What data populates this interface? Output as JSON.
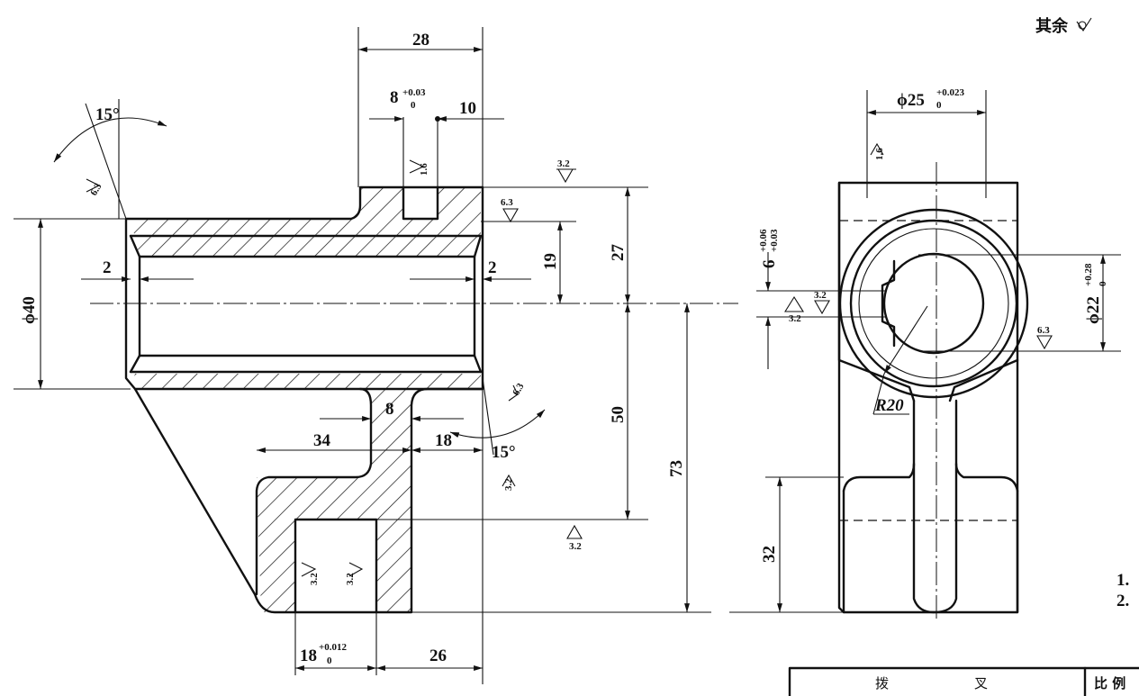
{
  "header": {
    "general_roughness_label": "其余"
  },
  "dimensions": {
    "width_28": "28",
    "slot_8": "8",
    "slot_8_tol": "+0.03",
    "slot_8_tol_low": "0",
    "width_10": "10",
    "dia_40": "ϕ40",
    "chamfer_2_left": "2",
    "chamfer_2_right": "2",
    "height_19": "19",
    "height_27": "27",
    "height_50": "50",
    "height_73": "73",
    "web_8": "8",
    "width_34": "34",
    "width_18_upper": "18",
    "width_18_lower": "18",
    "width_18_tol": "+0.012",
    "width_18_tol_low": "0",
    "width_26": "26",
    "dia_25": "ϕ25",
    "dia_25_tol": "+0.023",
    "dia_25_tol_low": "0",
    "key_6": "6",
    "key_6_tol_up": "+0.06",
    "key_6_tol_low": "+0.03",
    "dia_22": "ϕ22",
    "dia_22_tol": "+0.28",
    "dia_22_tol_low": "0",
    "radius_20": "R20",
    "height_32": "32"
  },
  "angles": {
    "angle_top": "15°",
    "angle_bottom": "15°"
  },
  "roughness": {
    "r_3_2": "3.2",
    "r_6_3": "6.3",
    "r_1_6": "1.6"
  },
  "notes": {
    "note_1": "1.",
    "note_2": "2."
  },
  "title_block": {
    "part_name_1": "拨",
    "part_name_2": "叉",
    "scale_label": "比 例"
  }
}
